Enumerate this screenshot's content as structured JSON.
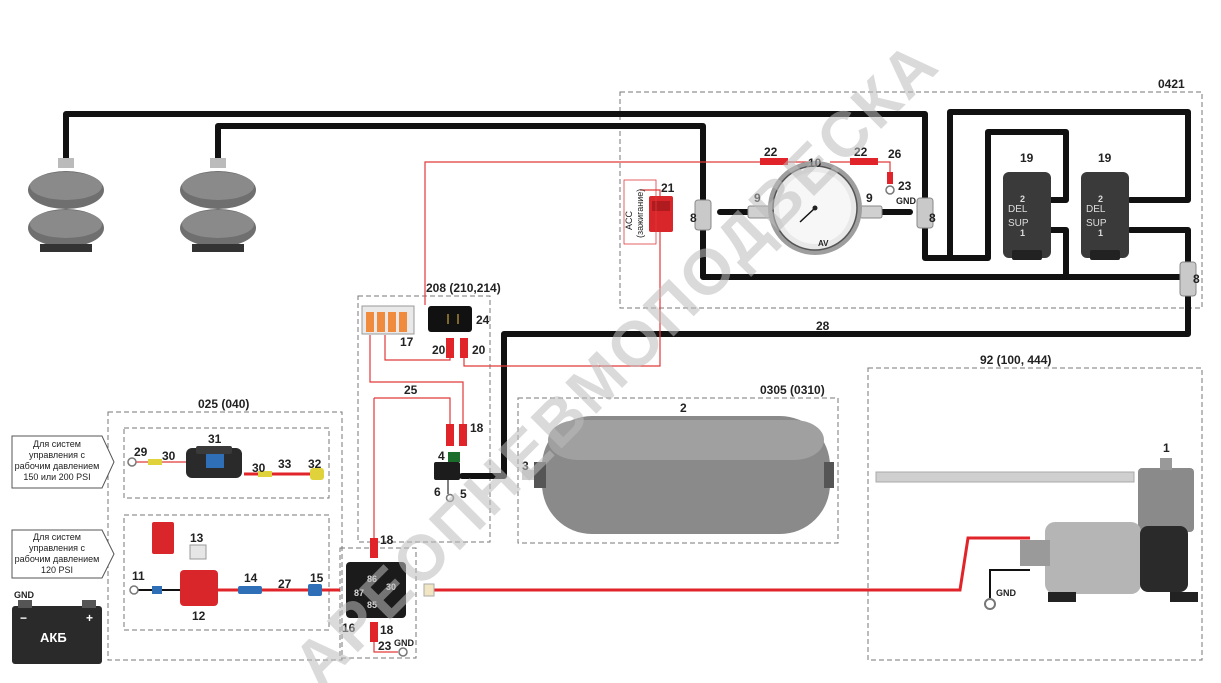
{
  "groups": {
    "g0421": "0421",
    "g208": "208 (210,214)",
    "g025": "025 (040)",
    "g0305": "0305 (0310)",
    "g92": "92 (100, 444)"
  },
  "labels": {
    "n1": "1",
    "n2": "2",
    "n3": "3",
    "n4": "4",
    "n5": "5",
    "n6": "6",
    "n8a": "8",
    "n8b": "8",
    "n8c": "8",
    "n9a": "9",
    "n9b": "9",
    "n10": "10",
    "n11": "11",
    "n12": "12",
    "n13": "13",
    "n14": "14",
    "n15": "15",
    "n16": "16",
    "n17": "17",
    "n18a": "18",
    "n18b": "18",
    "n18c": "18",
    "n19a": "19",
    "n19b": "19",
    "n20a": "20",
    "n20b": "20",
    "n21": "21",
    "n22a": "22",
    "n22b": "22",
    "n23a": "23",
    "n23b": "23",
    "n24": "24",
    "n25": "25",
    "n26": "26",
    "n27": "27",
    "n28": "28",
    "n29": "29",
    "n30a": "30",
    "n30b": "30",
    "n31": "31",
    "n32": "32",
    "n33": "33",
    "gnd1": "GND",
    "gnd2": "GND",
    "gnd3": "GND",
    "gnd4": "GND"
  },
  "notes": {
    "high_pressure": [
      "Для систем",
      "управления с",
      "рабочим давлением",
      "150 или 200 PSI"
    ],
    "low_pressure": [
      "Для систем",
      "управления с",
      "рабочим давлением",
      "120 PSI"
    ],
    "acc": [
      "ACC",
      "(зажигание)"
    ]
  },
  "battery": {
    "label": "АКБ",
    "minus": "−",
    "plus": "+"
  },
  "relay_pins": {
    "p86": "86",
    "p87": "87",
    "p30": "30",
    "p85": "85"
  },
  "valve_ports": {
    "del": "DEL",
    "sup": "SUP",
    "p2": "2",
    "p1": "1"
  },
  "gauge_brand": "AV",
  "watermark": "АРЕОПНЕВМОПОДВЕСКА",
  "colors": {
    "hose": "#111111",
    "wire_red": "#e0242a",
    "frame_dash": "#777777",
    "tank": "#8a8a8a",
    "relay": "#1b1b1b"
  }
}
